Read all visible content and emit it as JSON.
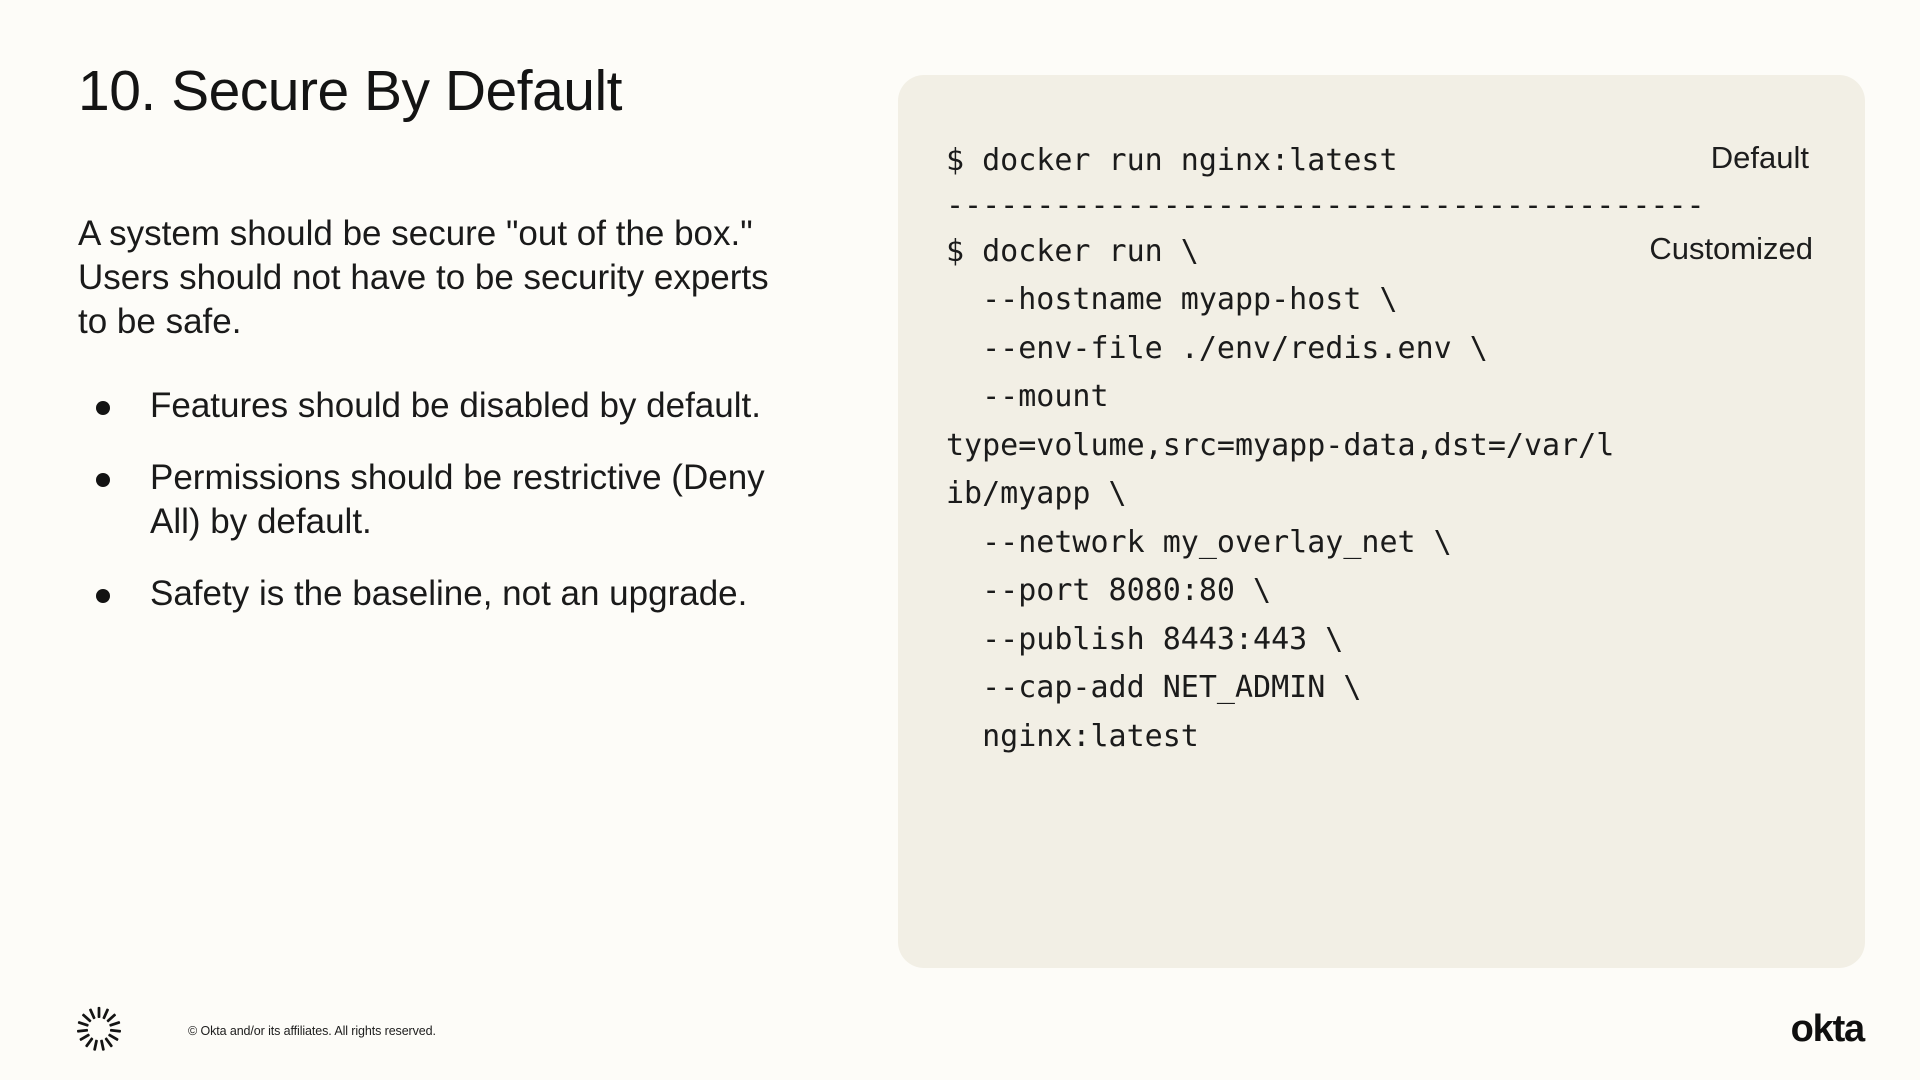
{
  "slide": {
    "title": "10. Secure By Default",
    "lead_paragraph": "A system should be secure \"out of the box.\" Users should not have to be security experts to be safe.",
    "bullets": [
      "Features should be disabled by default.",
      "Permissions should be restrictive (Deny All) by default.",
      "Safety is the baseline, not an upgrade."
    ]
  },
  "code_panel": {
    "background_color": "#f2efe5",
    "default_tag": "Default",
    "customized_tag": "Customized",
    "divider": "------------------------------------------",
    "default_command": "$ docker run nginx:latest",
    "customized_lines": [
      "$ docker run \\",
      "  --hostname myapp-host \\",
      "  --env-file ./env/redis.env \\",
      "  --mount",
      "type=volume,src=myapp-data,dst=/var/l",
      "ib/myapp \\",
      "  --network my_overlay_net \\",
      "  --port 8080:80 \\",
      "  --publish 8443:443 \\",
      "  --cap-add NET_ADMIN \\",
      "  nginx:latest"
    ]
  },
  "footer": {
    "copyright": "© Okta and/or its affiliates. All rights reserved.",
    "wordmark": "okta",
    "burst_icon": "okta-burst-icon"
  },
  "theme": {
    "page_background": "#fdfcf8",
    "text_color": "#1a1a1a",
    "panel_background": "#f2efe5"
  }
}
